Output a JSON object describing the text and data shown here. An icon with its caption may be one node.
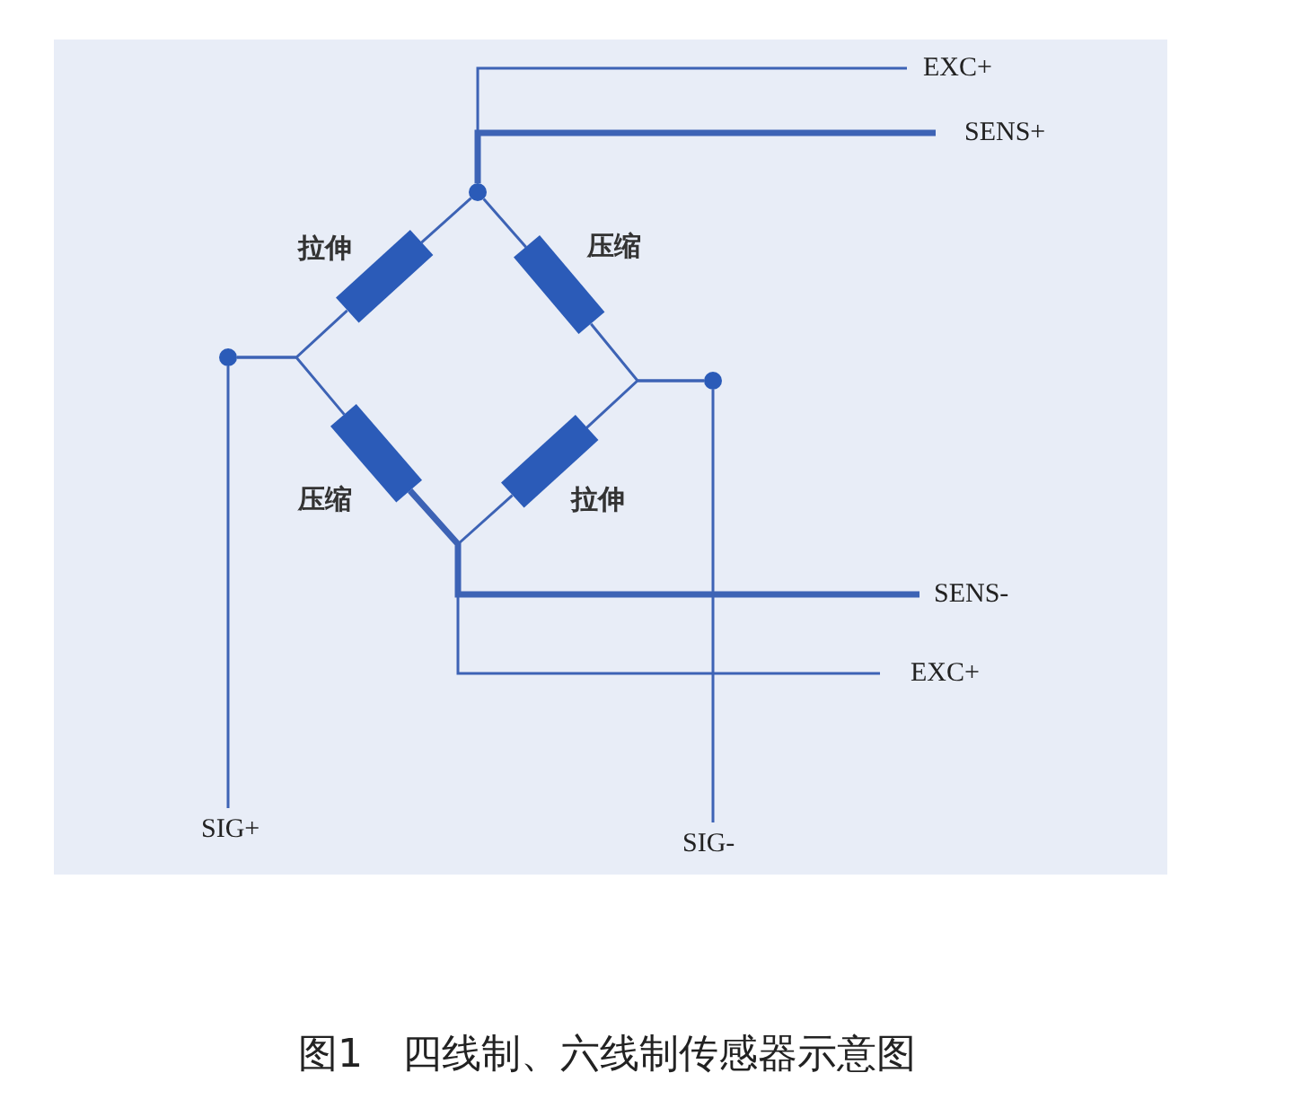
{
  "diagram": {
    "caption": "图1　四线制、六线制传感器示意图",
    "nodes": [
      {
        "text": [
          "拉伸"
        ]
      },
      {
        "text": [
          "压缩"
        ]
      },
      {
        "text": [
          "压缩"
        ]
      },
      {
        "text": [
          "拉伸"
        ]
      },
      {
        "text": [],
        "shape": "circle"
      },
      {
        "text": [],
        "shape": "circle"
      },
      {
        "text": [],
        "shape": "circle"
      },
      {
        "text": [
          "EXC+"
        ]
      },
      {
        "text": [
          "SENS+"
        ]
      },
      {
        "text": [
          "SENS-"
        ]
      },
      {
        "text": [
          "EXC+"
        ]
      },
      {
        "text": [
          "SIG+"
        ]
      },
      {
        "text": [
          "SIG-"
        ]
      }
    ],
    "edges": [
      {
        "from": 4,
        "to": 0,
        "arrow": "none"
      },
      {
        "from": 4,
        "to": 1,
        "arrow": "none"
      },
      {
        "from": 0,
        "to": 5,
        "arrow": "none"
      },
      {
        "from": 2,
        "to": 5,
        "arrow": "none"
      },
      {
        "from": 1,
        "to": 6,
        "arrow": "none"
      },
      {
        "from": 3,
        "to": 6,
        "arrow": "none"
      },
      {
        "from": 2,
        "to": 3,
        "arrow": "none"
      },
      {
        "from": 4,
        "to": 7,
        "arrow": "none"
      },
      {
        "from": 4,
        "to": 8,
        "arrow": "none",
        "style": "thick"
      },
      {
        "from": 2,
        "to": 9,
        "arrow": "none",
        "style": "thick"
      },
      {
        "from": 2,
        "to": 10,
        "arrow": "none"
      },
      {
        "from": 5,
        "to": 11,
        "arrow": "none"
      },
      {
        "from": 6,
        "to": 12,
        "arrow": "none"
      }
    ]
  }
}
